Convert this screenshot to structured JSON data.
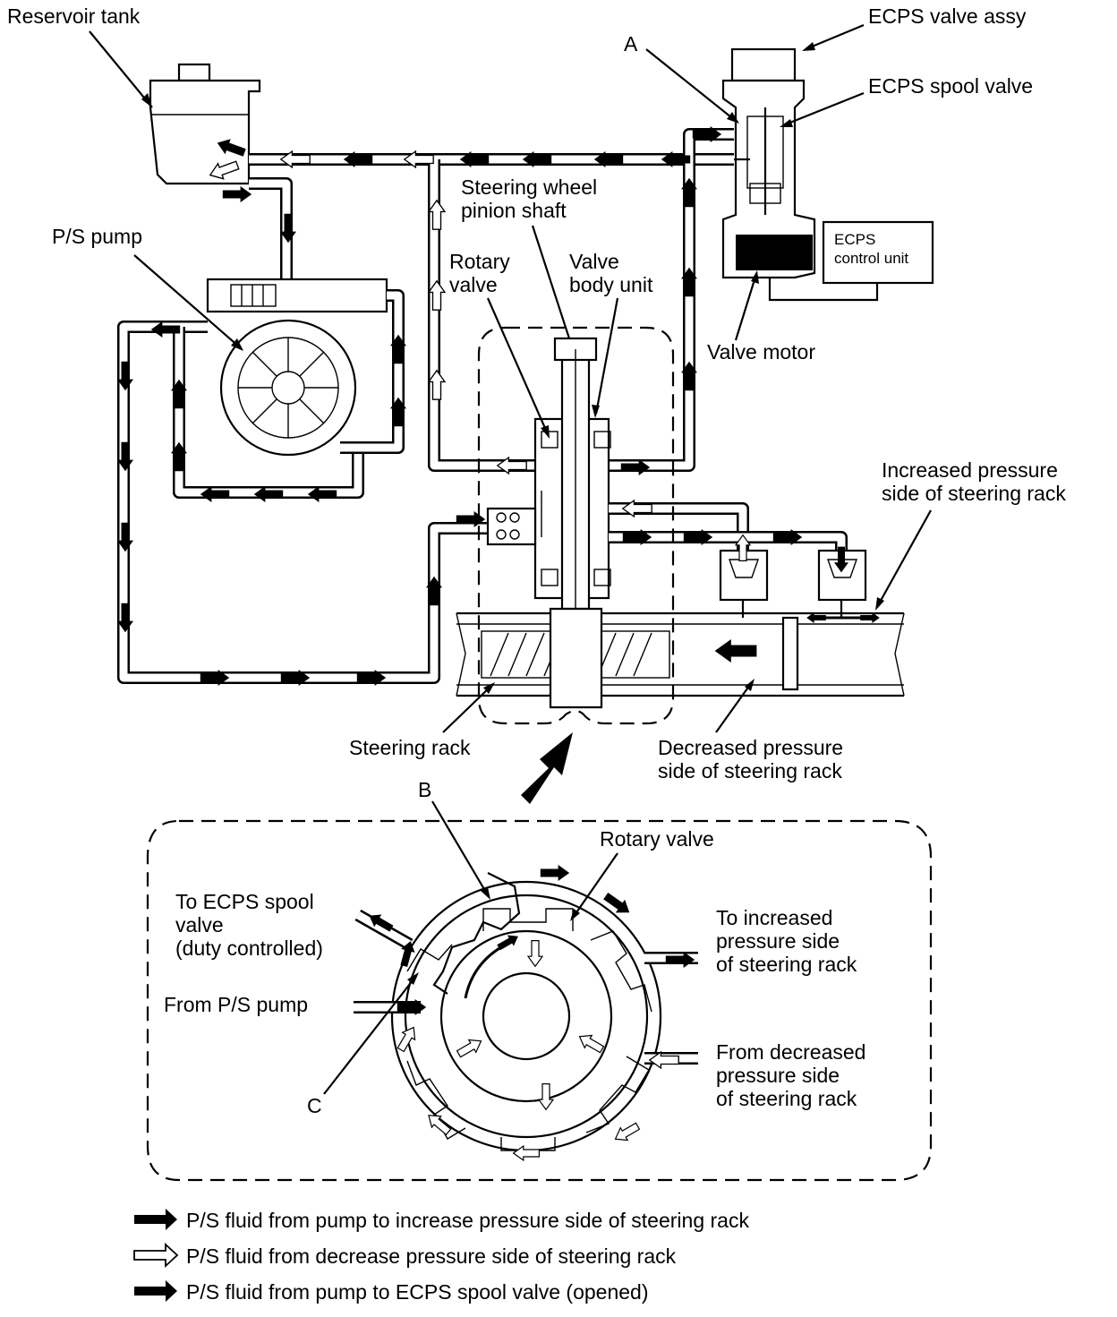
{
  "labels": {
    "reservoir_tank": "Reservoir tank",
    "ecps_valve_assy": "ECPS valve assy",
    "a": "A",
    "ecps_spool_valve": "ECPS spool valve",
    "ps_pump": "P/S pump",
    "steering_wheel_pinion_shaft_1": "Steering wheel",
    "steering_wheel_pinion_shaft_2": "pinion shaft",
    "rotary_valve_1": "Rotary",
    "rotary_valve_2": "valve",
    "valve_body_unit_1": "Valve",
    "valve_body_unit_2": "body unit",
    "ecps_control_unit_1": "ECPS",
    "ecps_control_unit_2": "control unit",
    "valve_motor": "Valve motor",
    "increased_pressure_1": "Increased pressure",
    "increased_pressure_2": "side of steering rack",
    "steering_rack": "Steering rack",
    "decreased_pressure_1": "Decreased pressure",
    "decreased_pressure_2": "side of steering rack",
    "b": "B",
    "rotary_valve_detail": "Rotary valve",
    "to_ecps_1": "To ECPS spool",
    "to_ecps_2": "valve",
    "to_ecps_3": "(duty controlled)",
    "to_increased_1": "To increased",
    "to_increased_2": "pressure side",
    "to_increased_3": "of steering rack",
    "from_ps_pump": "From P/S pump",
    "from_decreased_1": "From decreased",
    "from_decreased_2": "pressure side",
    "from_decreased_3": "of steering rack",
    "c": "C"
  },
  "legend": [
    {
      "style": "solid",
      "text": "P/S fluid from pump to increase pressure side of steering rack"
    },
    {
      "style": "hollow",
      "text": "P/S fluid from decrease pressure side of steering rack"
    },
    {
      "style": "solid",
      "text": "P/S fluid from pump to ECPS spool valve (opened)"
    }
  ]
}
